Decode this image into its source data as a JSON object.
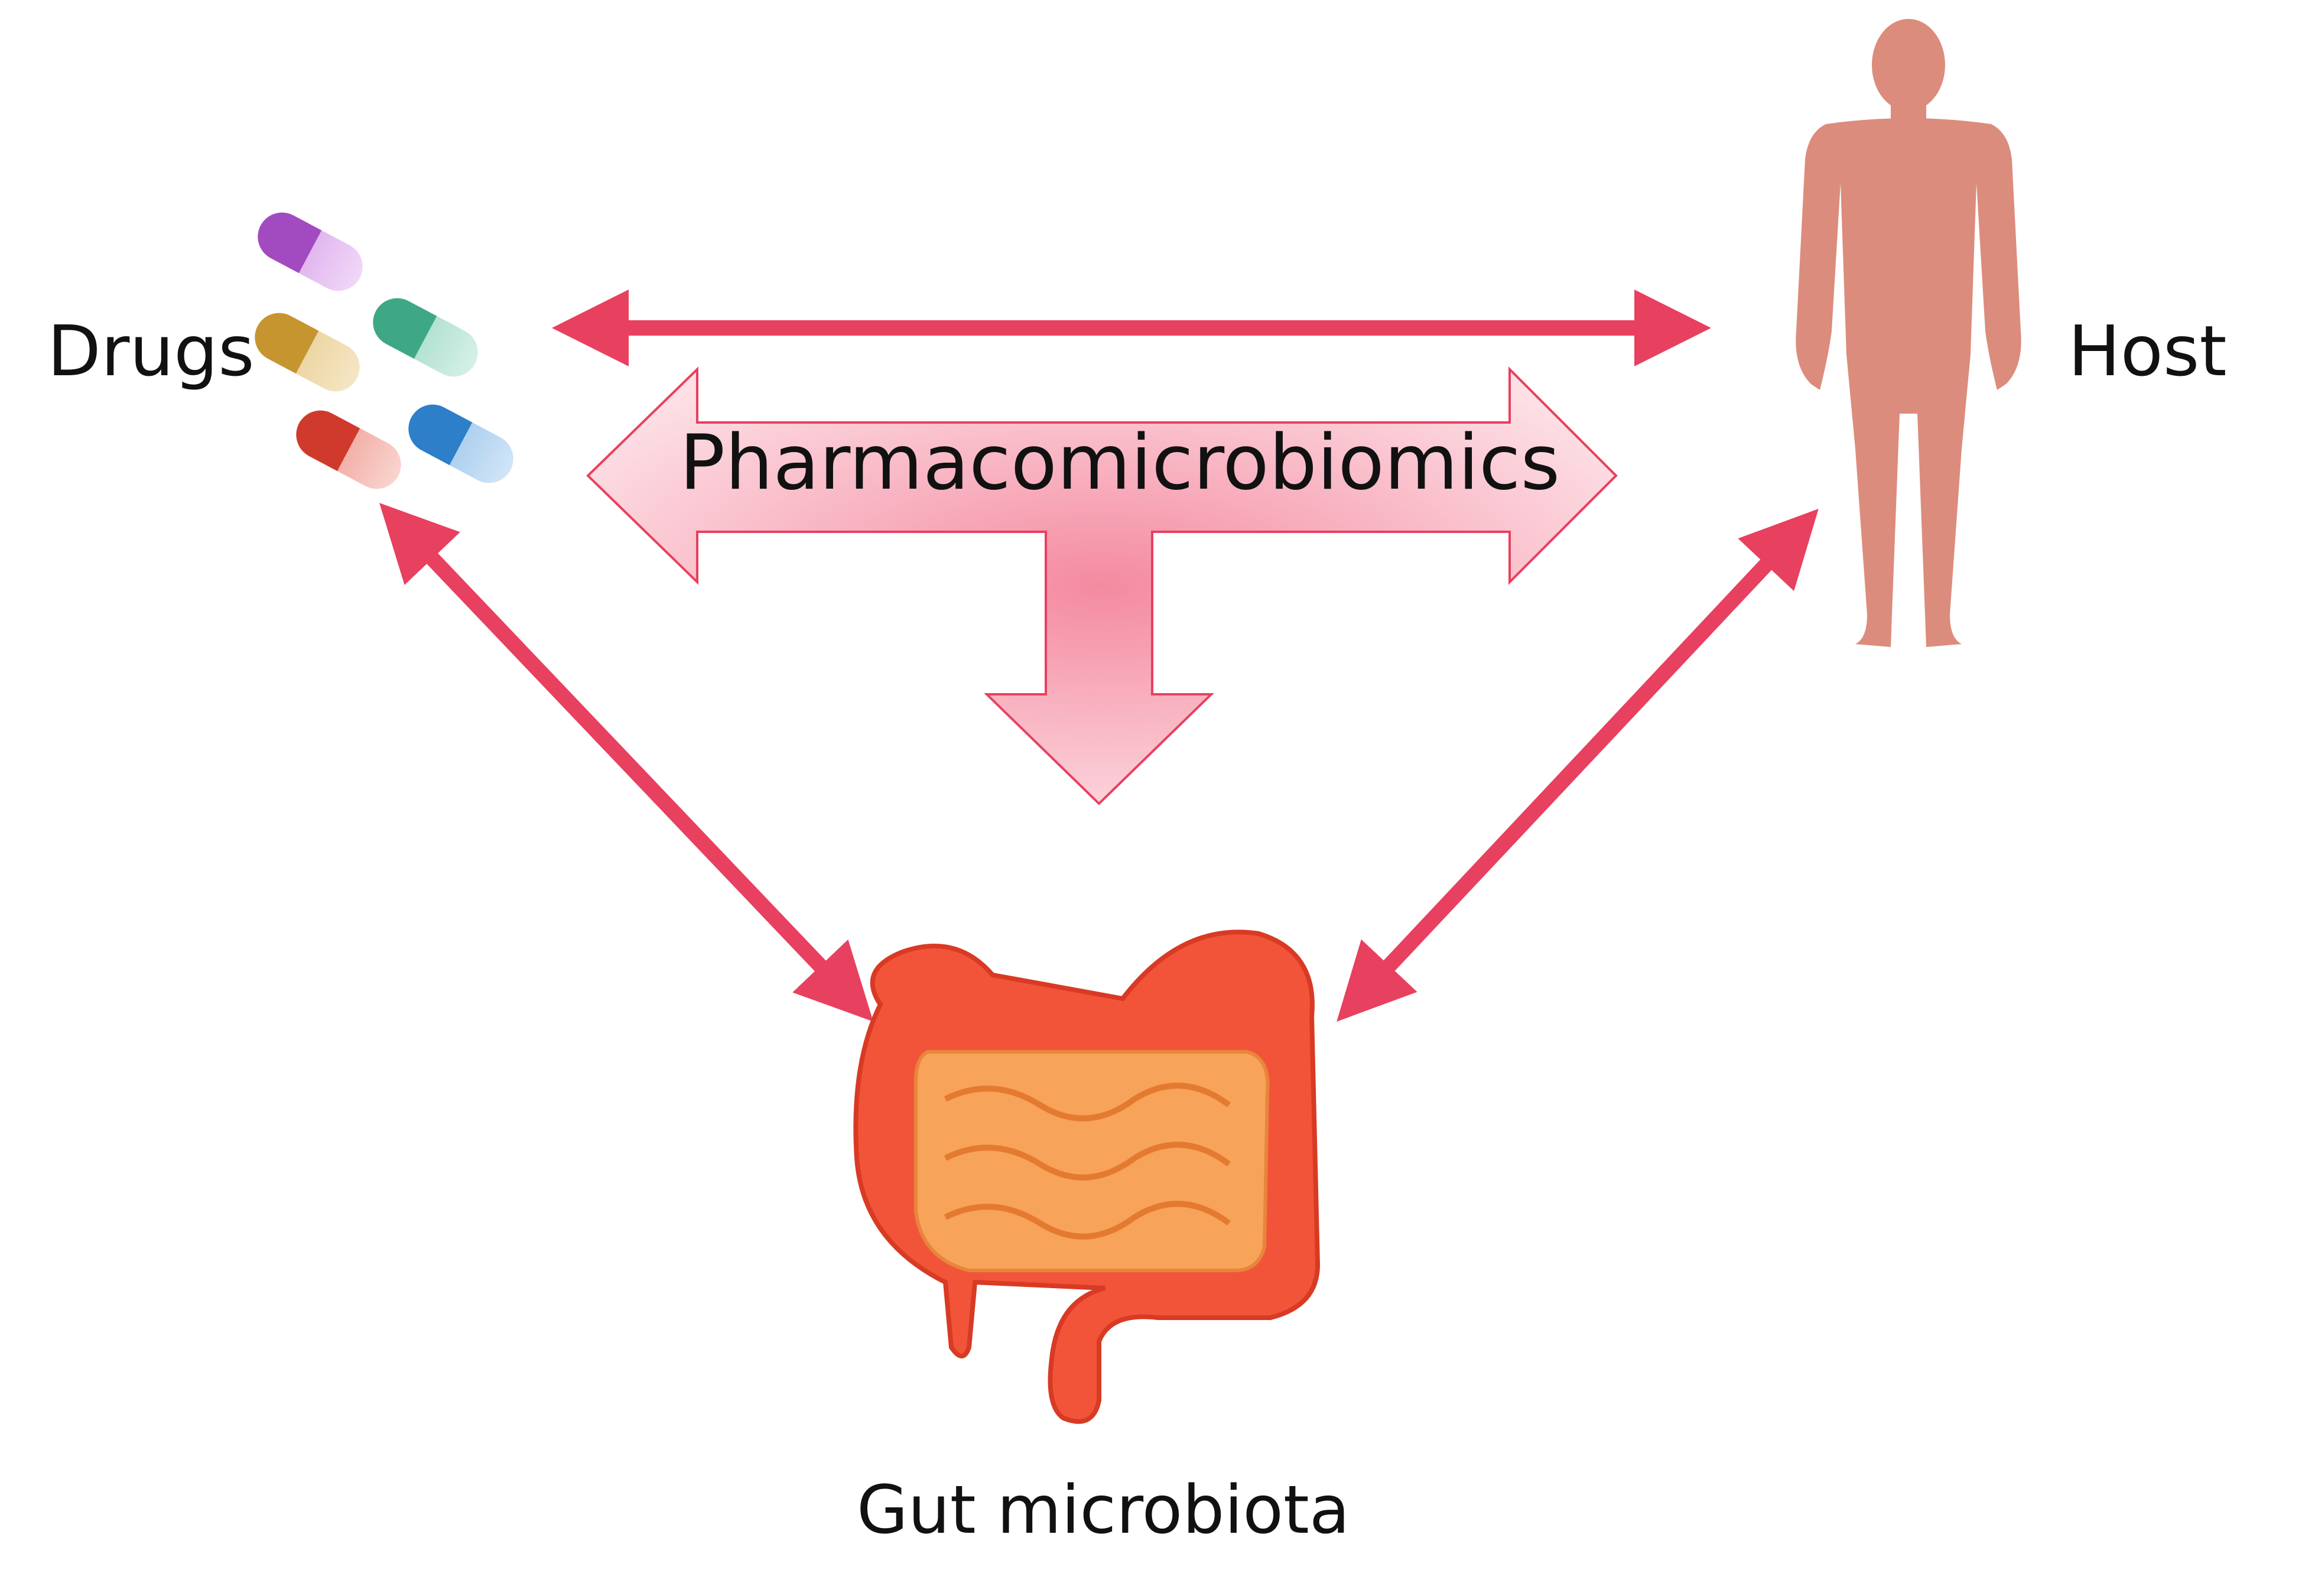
{
  "nodes": {
    "drugs": {
      "label": "Drugs",
      "icon": "pills-icon"
    },
    "host": {
      "label": "Host",
      "icon": "human-body-icon"
    },
    "gut": {
      "label": "Gut microbiota",
      "icon": "intestine-icon"
    }
  },
  "center": {
    "label": "Pharmacomicrobiomics"
  },
  "colors": {
    "edge": "#e8405f",
    "center_arrow_fill": "#f9b6c2",
    "center_arrow_stroke": "#e8405f",
    "host_body": "#dc8c7c",
    "intestine_outer": "#f2543a",
    "intestine_inner": "#f7a35a"
  },
  "edges": [
    {
      "from": "drugs",
      "to": "host",
      "type": "bidirectional"
    },
    {
      "from": "drugs",
      "to": "gut",
      "type": "bidirectional"
    },
    {
      "from": "host",
      "to": "gut",
      "type": "bidirectional"
    }
  ]
}
